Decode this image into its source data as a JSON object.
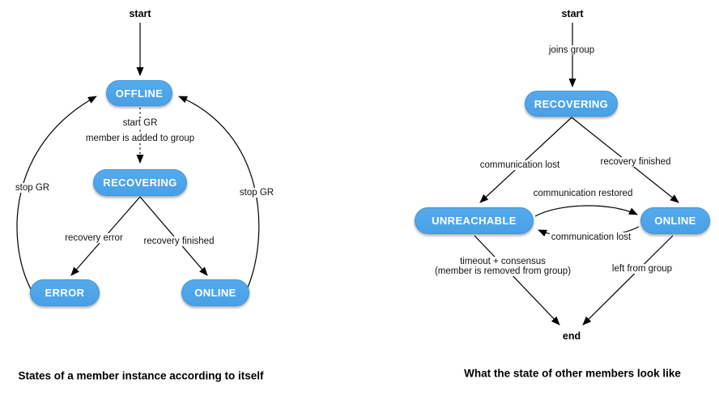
{
  "colors": {
    "node_fill": "#4BA3E8",
    "node_border": "#3E96DD",
    "node_text": "#FFFFFF",
    "edge_line": "#000000",
    "label_text": "#111111"
  },
  "left_diagram": {
    "start_label": "start",
    "caption": "States of a member instance according to itself",
    "nodes": {
      "offline": "OFFLINE",
      "recovering": "RECOVERING",
      "error": "ERROR",
      "online": "ONLINE"
    },
    "edge_labels": {
      "start_gr_line1": "start GR",
      "start_gr_line2": "member is added to group",
      "recovery_error": "recovery error",
      "recovery_finished": "recovery finished",
      "stop_gr_left": "stop GR",
      "stop_gr_right": "stop GR"
    }
  },
  "right_diagram": {
    "start_label": "start",
    "end_label": "end",
    "caption": "What the state of other members look like",
    "nodes": {
      "recovering": "RECOVERING",
      "unreachable": "UNREACHABLE",
      "online": "ONLINE"
    },
    "edge_labels": {
      "joins_group": "joins group",
      "communication_lost_upper": "communication lost",
      "recovery_finished": "recovery finished",
      "communication_restored": "communication restored",
      "communication_lost_mid": "communication lost",
      "timeout_line1": "timeout + consensus",
      "timeout_line2": "(member is removed from group)",
      "left_from_group": "left from group"
    }
  }
}
